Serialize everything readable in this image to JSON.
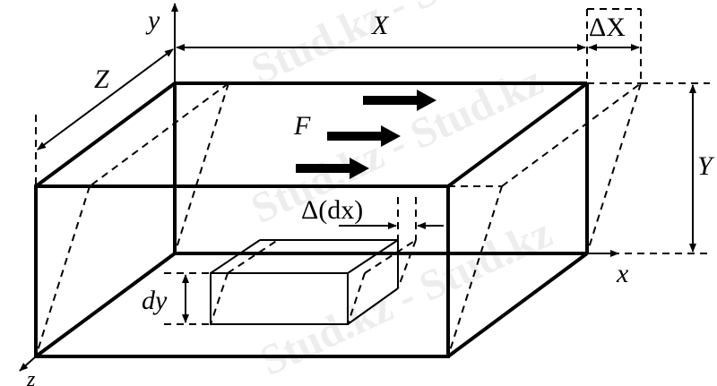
{
  "diagram": {
    "labels": {
      "y_axis": "y",
      "x_axis": "x",
      "z_axis": "z",
      "X": "X",
      "delta_X": "ΔX",
      "Y": "Y",
      "Z": "Z",
      "F": "F",
      "delta_dx": "Δ(dx)",
      "dy": "dy"
    },
    "watermark": "Stud.kz - Stud.kz"
  }
}
